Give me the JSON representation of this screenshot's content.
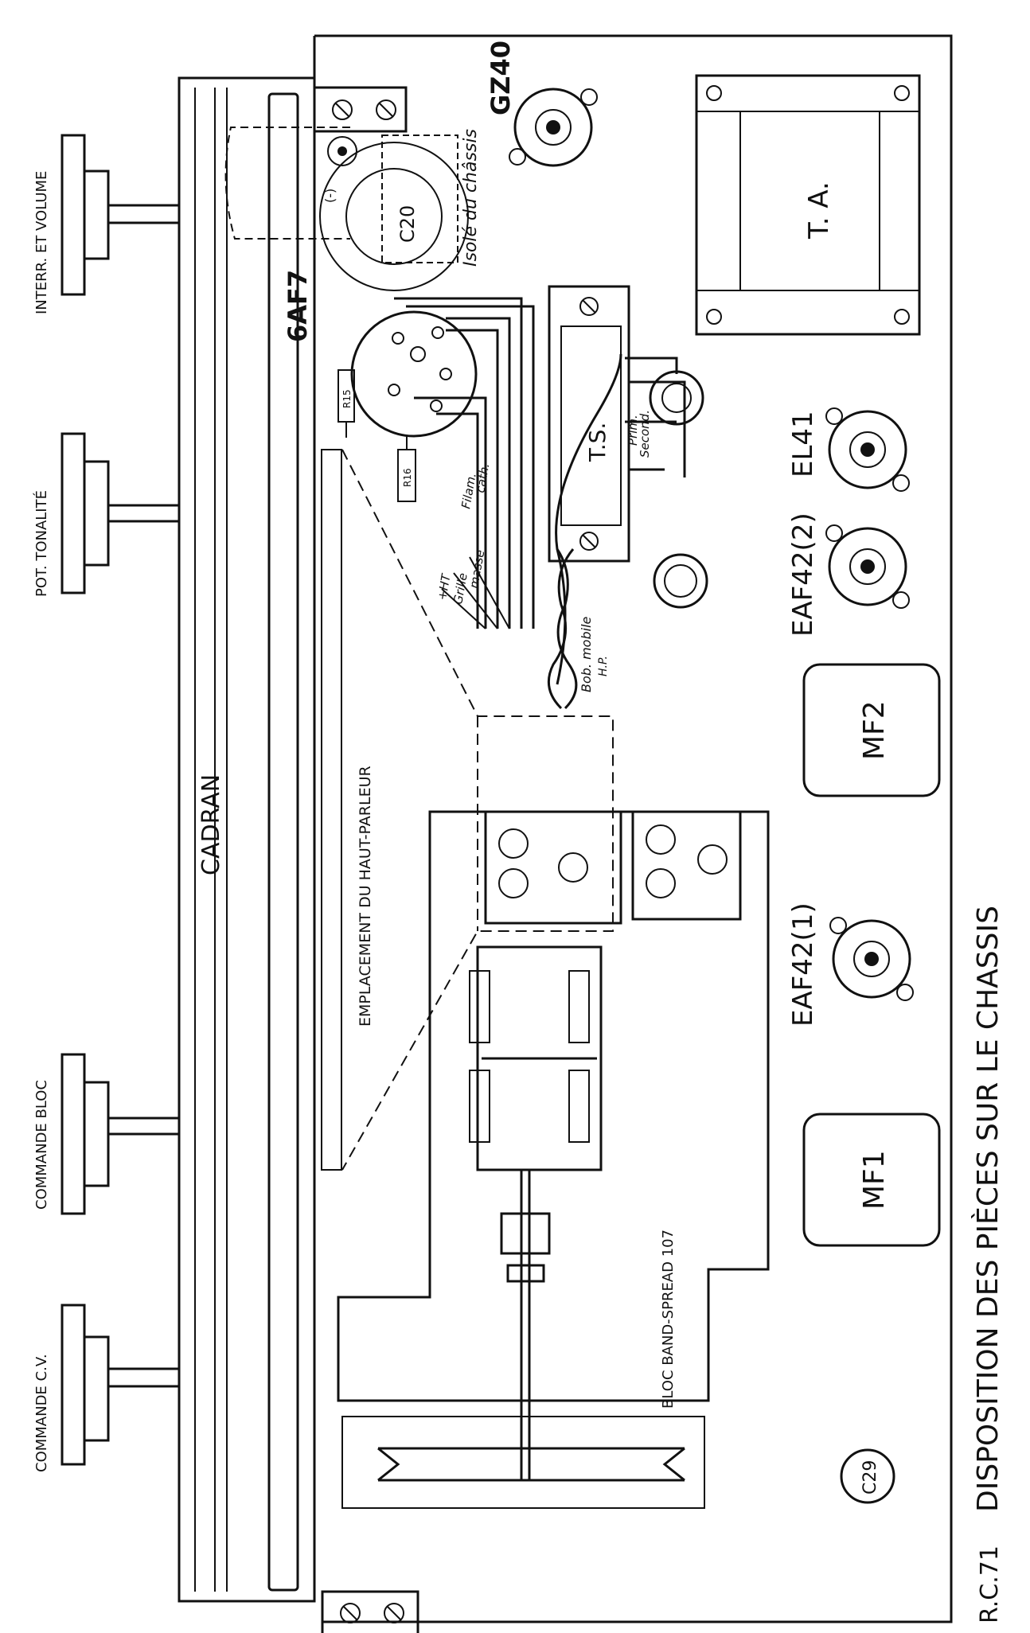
{
  "title": "DISPOSITION DES PIÈCES SUR LE CHASSIS",
  "reference": "R.C.71",
  "controls": {
    "interrupteur_volume": "INTERR. ET VOLUME",
    "tonalite": "POT. TONALITÉ",
    "commande_bloc": "COMMANDE BLOC",
    "commande_cv": "COMMANDE C.V."
  },
  "dial": {
    "label": "CADRAN"
  },
  "speaker": {
    "label": "EMPLACEMENT DU HAUT-PARLEUR"
  },
  "coil_block": {
    "label": "BLOC BAND-SPREAD 107"
  },
  "tubes": {
    "gz40": "GZ40",
    "ecaf7": "6AF7",
    "el41": "EL41",
    "eaf42_2": "EAF42(2)",
    "eaf42_1": "EAF42(1)"
  },
  "transformers": {
    "ta": "T. A.",
    "ts": "T.S.",
    "mf1": "MF1",
    "mf2": "MF2"
  },
  "capacitors": {
    "c20": "C20",
    "c29": "C29"
  },
  "notes": {
    "isole": "Isolé du châssis",
    "c20_minus": "(-)",
    "bob_mobile": "Bob. mobile",
    "hp": "H.P.",
    "prim": "Prim.",
    "second": "Second."
  },
  "resistors": {
    "r15": "R15",
    "r16": "R16"
  },
  "wires": {
    "ht": "+HT",
    "grille": "Grille",
    "masse": "masse",
    "filam": "Filam.",
    "cath": "cath."
  }
}
